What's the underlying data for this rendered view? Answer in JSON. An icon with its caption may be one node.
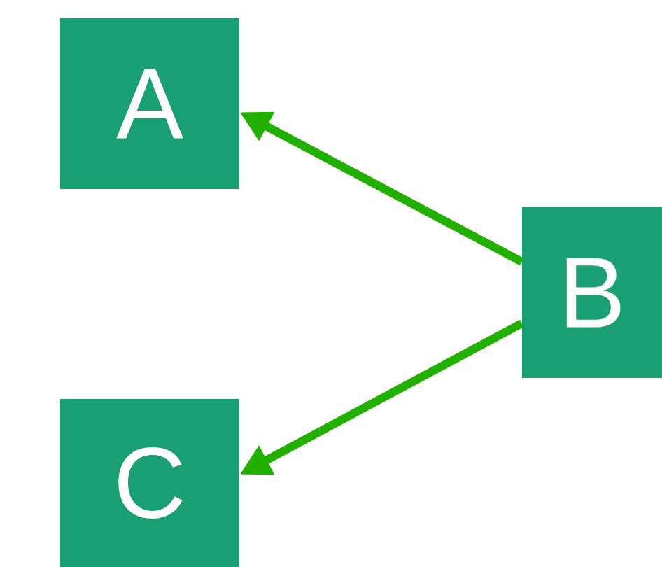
{
  "diagram": {
    "nodes": [
      {
        "text": [
          "A"
        ]
      },
      {
        "text": [
          "B"
        ]
      },
      {
        "text": [
          "C"
        ]
      }
    ],
    "edges": [
      {
        "from": 1,
        "to": 0,
        "arrow": "to"
      },
      {
        "from": 1,
        "to": 2,
        "arrow": "to"
      }
    ]
  }
}
